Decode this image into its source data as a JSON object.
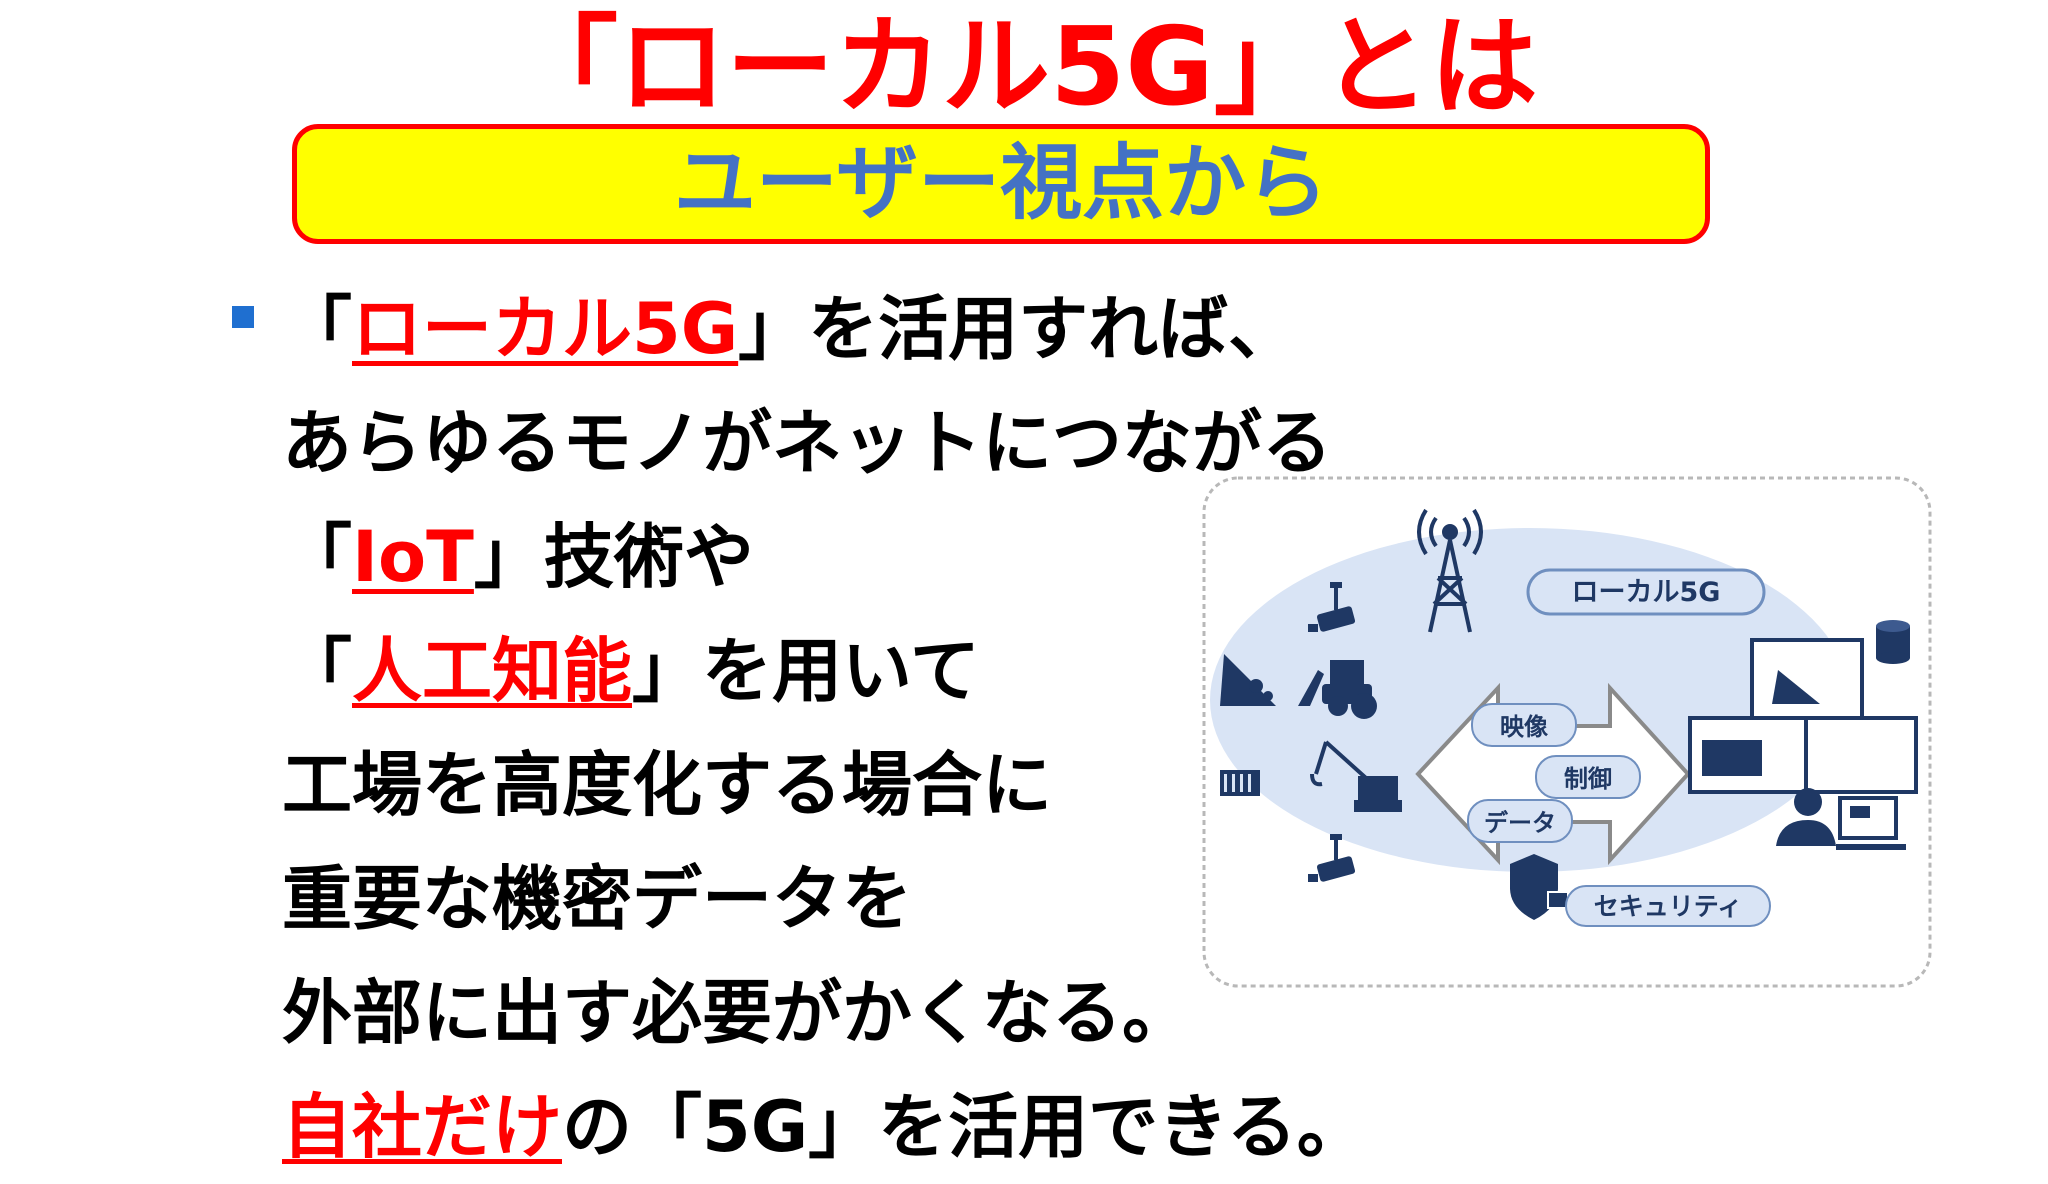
{
  "title": "「ローカル5G」とは",
  "subtitle": "ユーザー視点から",
  "bullet": {
    "line1": {
      "open": "「",
      "em": "ローカル5G",
      "rest": "」を活用すれば、"
    },
    "line2": "あらゆるモノがネットにつながる",
    "line3": {
      "open": "「",
      "em": "IoT",
      "rest": "」技術や"
    },
    "line4": {
      "open": "「",
      "em": "人工知能",
      "rest": "」を用いて"
    },
    "line5": "工場を高度化する場合に",
    "line6": "重要な機密データを",
    "line7": "外部に出す必要がかくなる。",
    "line8": {
      "em": "自社だけ",
      "rest": "の「5G」を活用できる。"
    }
  },
  "diagram": {
    "badge": "ローカル5G",
    "arrow_labels": [
      "映像",
      "制御",
      "データ"
    ],
    "security_label": "セキュリティ",
    "icons": [
      "antenna-tower-icon",
      "camera-icon",
      "landslide-icon",
      "bulldozer-icon",
      "container-icon",
      "crane-icon",
      "camera-icon",
      "database-icon",
      "monitor-icon",
      "operator-icon",
      "shield-lock-icon"
    ]
  },
  "colors": {
    "title": "#ff0000",
    "subtitle": "#4472c4",
    "subtitle_bg": "#ffff00",
    "bullet": "#1f6fd0",
    "diagram": "#1f3864",
    "ellipse": "#d9e4f5"
  }
}
